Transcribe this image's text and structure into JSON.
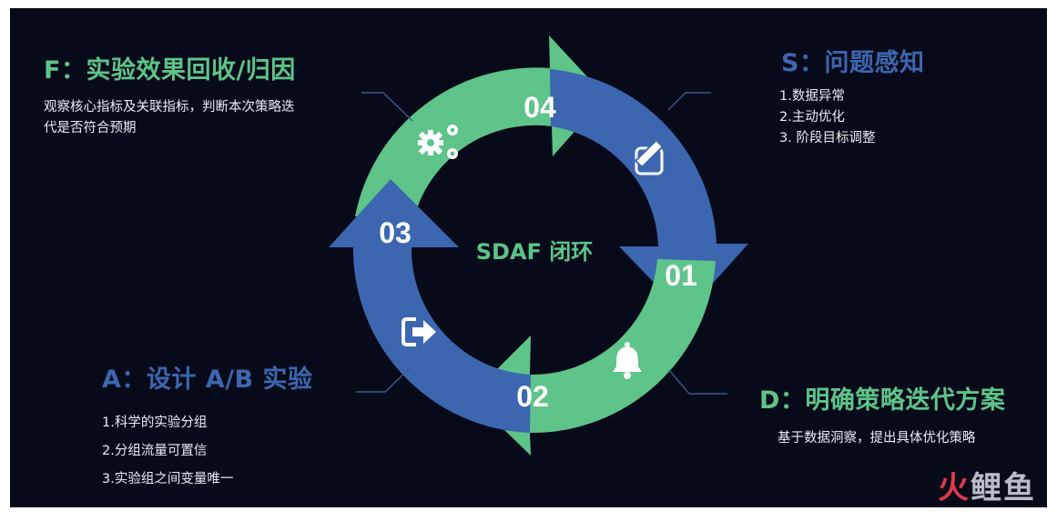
{
  "colors": {
    "background": "#070a19",
    "green": "#5ec489",
    "blue": "#3c67b0",
    "text": "#e9ecf2",
    "watermark_red": "#e0384b"
  },
  "center_label": "SDAF 闭环",
  "steps": [
    {
      "number": "01",
      "icon": "pencil-edit-icon",
      "color": "blue"
    },
    {
      "number": "02",
      "icon": "bell-icon",
      "color": "green"
    },
    {
      "number": "03",
      "icon": "sign-out-icon",
      "color": "blue"
    },
    {
      "number": "04",
      "icon": "gears-icon",
      "color": "green"
    }
  ],
  "sections": {
    "s": {
      "title": "S：问题感知",
      "items": [
        "1.数据异常",
        "2.主动优化",
        "3. 阶段目标调整"
      ]
    },
    "d": {
      "title": "D：明确策略迭代方案",
      "text": "基于数据洞察，提出具体优化策略"
    },
    "a": {
      "title": "A：设计 A/B 实验",
      "items": [
        "1.科学的实验分组",
        "2.分组流量可置信",
        "3.实验组之间变量唯一"
      ]
    },
    "f": {
      "title": "F：实验效果回收/归因",
      "text_line1": "观察核心指标及关联指标，判断本次策略迭",
      "text_line2": "代是否符合预期"
    }
  },
  "watermark": {
    "part1": "火",
    "part2": "鲤鱼"
  }
}
